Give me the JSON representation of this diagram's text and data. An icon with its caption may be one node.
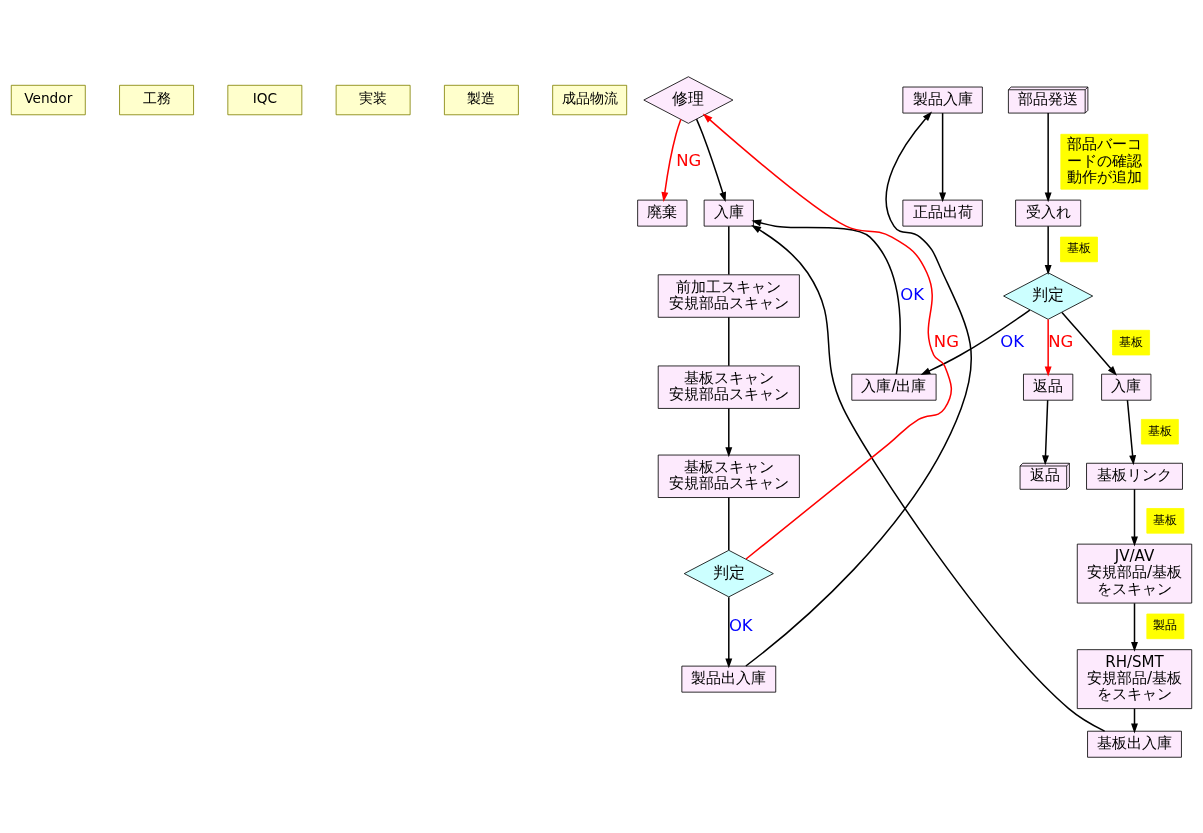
{
  "diagram": {
    "nodes": [
      {
        "text": [
          "Vendor"
        ]
      },
      {
        "text": [
          "工務"
        ]
      },
      {
        "text": [
          "IQC"
        ]
      },
      {
        "text": [
          "実装"
        ]
      },
      {
        "text": [
          "製造"
        ]
      },
      {
        "text": [
          "成品物流"
        ]
      },
      {
        "text": [
          "廃棄"
        ]
      },
      {
        "text": [
          "返品"
        ]
      },
      {
        "text": [
          "返品"
        ]
      },
      {
        "text": [
          "部品発送"
        ]
      },
      {
        "text": [
          "受入れ"
        ]
      },
      {
        "text": [
          "判定"
        ]
      },
      {
        "text": [
          "修理"
        ]
      },
      {
        "text": [
          "入庫"
        ]
      },
      {
        "text": [
          "入庫"
        ]
      },
      {
        "text": [
          "基板リンク"
        ]
      },
      {
        "text": [
          "JV/AV安規部品/基板をスキャン"
        ]
      },
      {
        "text": [
          "RH/SMT安規部品/基板をスキャン"
        ]
      },
      {
        "text": [
          "基板出入庫"
        ]
      },
      {
        "text": [
          "入庫/出庫"
        ]
      },
      {
        "text": [
          "前加工スキャン安規部品スキャン"
        ]
      },
      {
        "text": [
          "基板スキャン安規部品スキャン"
        ]
      },
      {
        "text": [
          "基板スキャン安規部品スキャン"
        ]
      },
      {
        "text": [
          "判定"
        ]
      },
      {
        "text": [
          "製品出入庫"
        ]
      },
      {
        "text": [
          "製品入庫"
        ]
      },
      {
        "text": [
          "正品出荷"
        ]
      },
      {
        "text": [
          "部品バーコードの確認動作が追加"
        ]
      }
    ],
    "edges": [
      {
        "from": 9,
        "to": 10,
        "arrow": "to"
      },
      {
        "from": 10,
        "to": 11,
        "arrow": "to"
      },
      {
        "from": 11,
        "to": 7,
        "arrow": "to",
        "label": "NG",
        "color": "#ff0000"
      },
      {
        "from": 7,
        "to": 8,
        "arrow": "to"
      },
      {
        "from": 11,
        "to": 14,
        "arrow": "to"
      },
      {
        "from": 11,
        "to": 19,
        "arrow": "to",
        "label": "OK"
      },
      {
        "from": 12,
        "to": 6,
        "arrow": "to",
        "label": "NG",
        "color": "#ff0000"
      },
      {
        "from": 12,
        "to": 13,
        "arrow": "to"
      },
      {
        "from": 19,
        "to": 13,
        "arrow": "to",
        "label": "OK"
      },
      {
        "from": 14,
        "to": 15,
        "arrow": "to"
      },
      {
        "from": 15,
        "to": 16,
        "arrow": "to"
      },
      {
        "from": 16,
        "to": 17,
        "arrow": "to"
      },
      {
        "from": 17,
        "to": 18,
        "arrow": "to"
      },
      {
        "from": 18,
        "to": 13,
        "arrow": "to"
      },
      {
        "from": 13,
        "to": 20,
        "arrow": "none"
      },
      {
        "from": 20,
        "to": 21,
        "arrow": "none"
      },
      {
        "from": 21,
        "to": 22,
        "arrow": "to"
      },
      {
        "from": 22,
        "to": 23,
        "arrow": "none"
      },
      {
        "from": 23,
        "to": 12,
        "arrow": "to",
        "label": "NG",
        "color": "#ff0000"
      },
      {
        "from": 23,
        "to": 24,
        "arrow": "to",
        "label": "OK"
      },
      {
        "from": 24,
        "to": 25,
        "arrow": "to"
      },
      {
        "from": 25,
        "to": 26,
        "arrow": "to"
      }
    ],
    "labels": [
      "基板",
      "基板",
      "基板",
      "基板",
      "製品"
    ]
  }
}
